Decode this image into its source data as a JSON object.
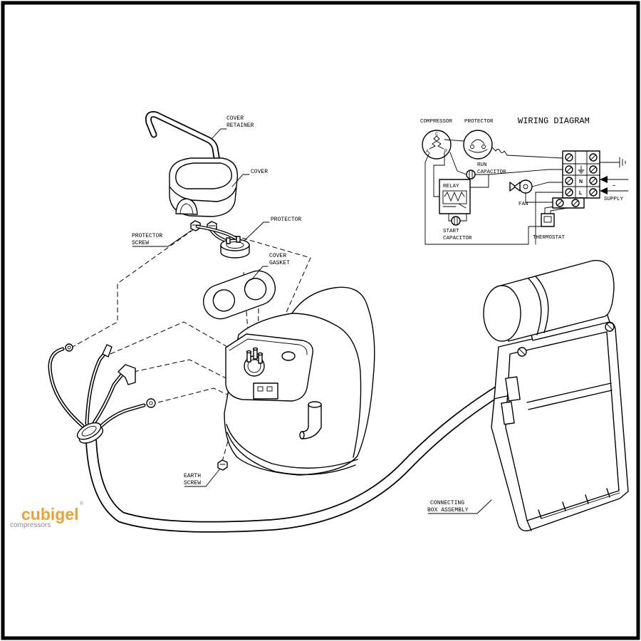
{
  "diagram": {
    "labels": {
      "cover_retainer": {
        "line1": "COVER",
        "line2": "RETAINER"
      },
      "cover": "COVER",
      "protector": "PROTECTOR",
      "protector_screw": {
        "line1": "PROTECTOR",
        "line2": "SCREW"
      },
      "cover_gasket": {
        "line1": "COVER",
        "line2": "GASKET"
      },
      "earth_screw": {
        "line1": "EARTH",
        "line2": "SCREW"
      },
      "connecting_box_assembly": {
        "line1": "CONNECTING",
        "line2": "BOX ASSEMBLY"
      }
    },
    "wiring_diagram": {
      "title": "WIRING DIAGRAM",
      "compressor": "COMPRESSOR",
      "protector": "PROTECTOR",
      "run_capacitor": {
        "line1": "RUN",
        "line2": "CAPACITOR"
      },
      "relay": "RELAY",
      "start_capacitor": {
        "line1": "START",
        "line2": "CAPACITOR"
      },
      "fan": "FAN",
      "thermostat": "THERMOSTAT",
      "supply": "SUPPLY",
      "supply_symbol": "~",
      "compressor_terminals": {
        "top": "C",
        "left": "A",
        "right": "P"
      },
      "terminal_letters": {
        "neutral": "N",
        "line": "L"
      }
    }
  },
  "logo": {
    "brand": "cubigel",
    "tagline": "compressors",
    "mark": "®"
  },
  "colors": {
    "line": "#000000",
    "background": "#ffffff",
    "logo_orange": "#eea032",
    "logo_gray": "#8a8a8a",
    "frame": "#000000"
  }
}
